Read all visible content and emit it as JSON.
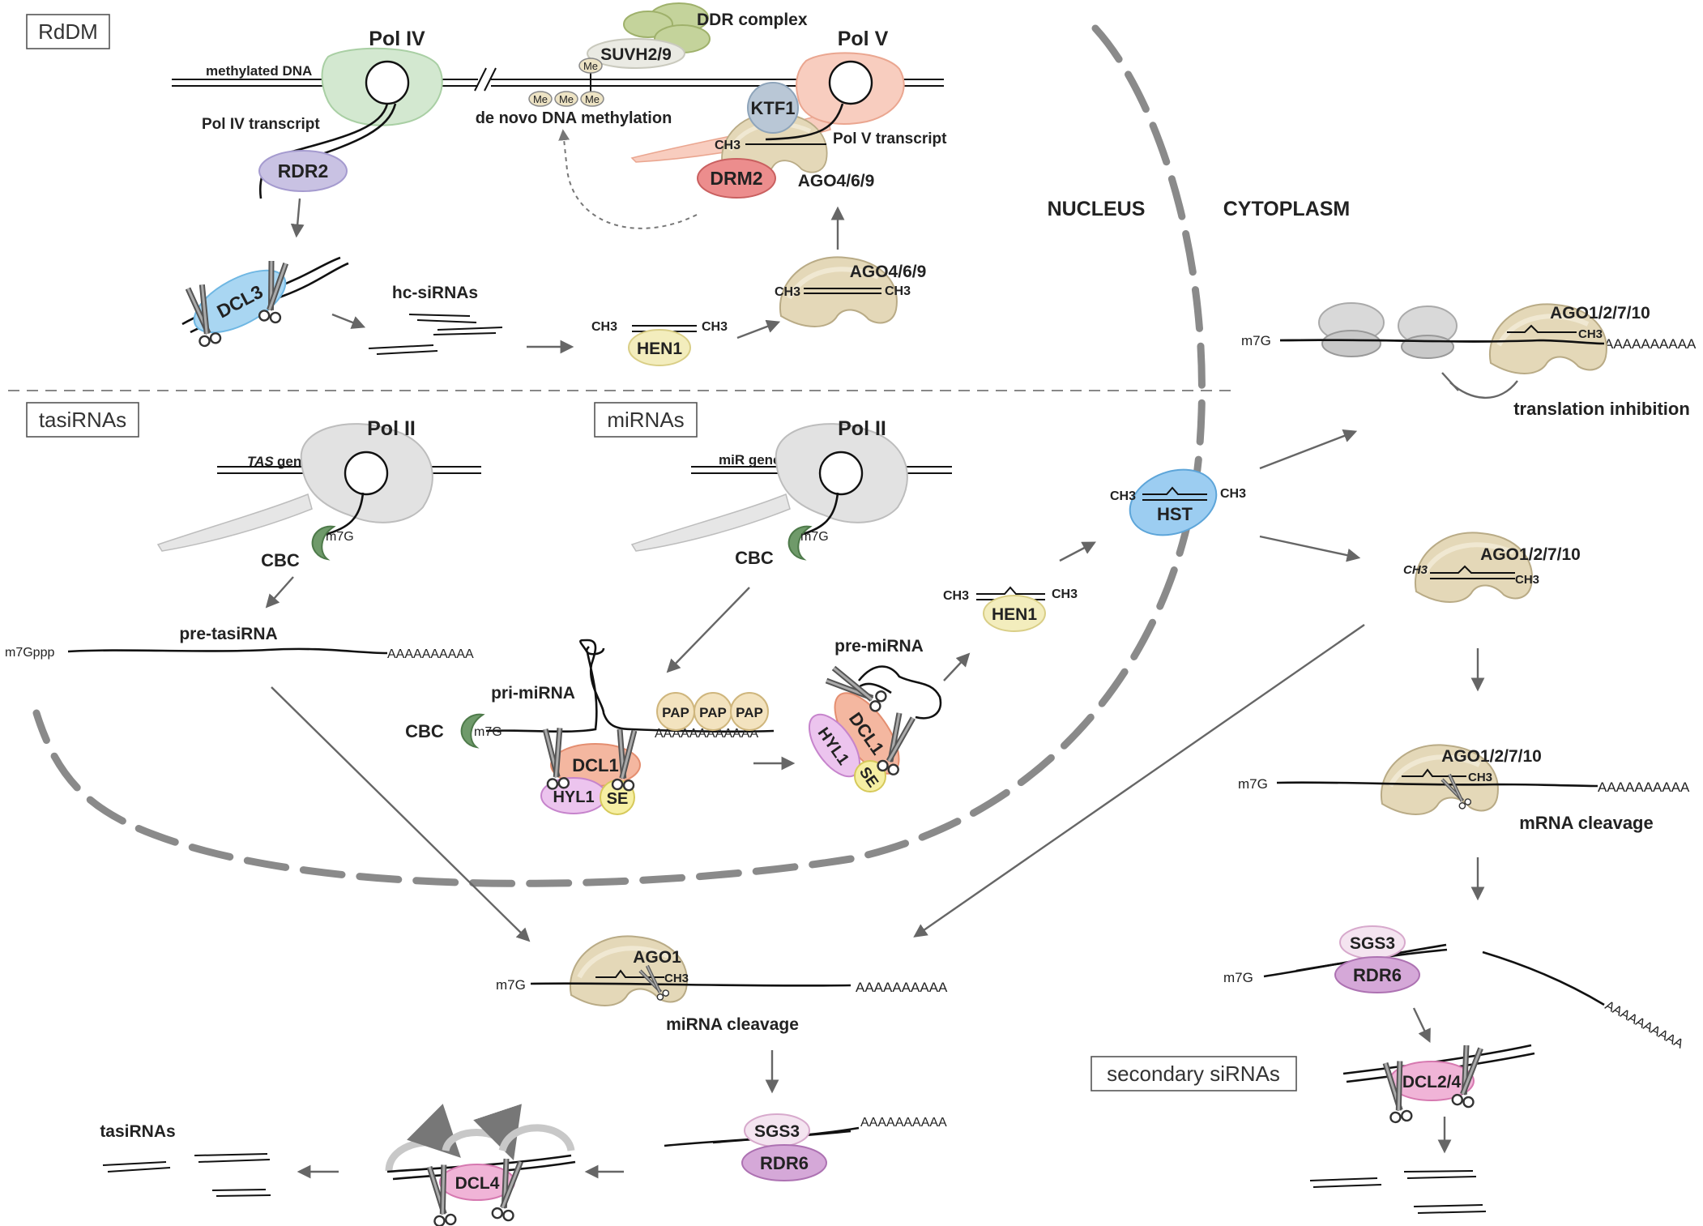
{
  "sections": {
    "rddm": "RdDM",
    "tasirnas": "tasiRNAs",
    "mirnas": "miRNAs",
    "secondary": "secondary siRNAs"
  },
  "compartments": {
    "nucleus": "NUCLEUS",
    "cytoplasm": "CYTOPLASM"
  },
  "rddm": {
    "pol4": "Pol IV",
    "pol5": "Pol V",
    "methylated_dna": "methylated DNA",
    "pol4_transcript": "Pol IV transcript",
    "pol5_transcript": "Pol V transcript",
    "rdr2": "RDR2",
    "dcl3": "DCL3",
    "hc_sirnas": "hc-siRNAs",
    "hen1": "HEN1",
    "ago469_top": "AGO4/6/9",
    "ago469_bottom": "AGO4/6/9",
    "ddr": "DDR complex",
    "suvh": "SUVH2/9",
    "me": "Me",
    "de_novo": "de novo DNA methylation",
    "ktf1": "KTF1",
    "drm2": "DRM2",
    "ch3": "CH3"
  },
  "tasi": {
    "pol2": "Pol II",
    "tas": "TAS",
    "gene": "gene",
    "cbc": "CBC",
    "m7g": "m7G",
    "pre_tasirna": "pre-tasiRNA",
    "m7gppp": "m7Gppp",
    "polya": "AAAAAAAAAA",
    "tasirnas": "tasiRNAs",
    "dcl4": "DCL4",
    "sgs3": "SGS3",
    "rdr6": "RDR6",
    "ago1": "AGO1",
    "mirna_cleavage": "miRNA cleavage"
  },
  "mirna": {
    "pol2": "Pol II",
    "mir_gene": "miR gene",
    "cbc": "CBC",
    "pri_mirna": "pri-miRNA",
    "pre_mirna": "pre-miRNA",
    "pap": "PAP",
    "dcl1": "DCL1",
    "hyl1": "HYL1",
    "se": "SE",
    "hen1": "HEN1",
    "hst": "HST",
    "polya": "AAAAAAAAAAAA"
  },
  "cyto": {
    "ago_label": "AGO1/2/7/10",
    "translation_inhibition": "translation inhibition",
    "mrna_cleavage": "mRNA cleavage",
    "sgs3": "SGS3",
    "rdr6": "RDR6",
    "dcl24": "DCL2/4",
    "m7g": "m7G",
    "polya": "AAAAAAAAAA"
  }
}
